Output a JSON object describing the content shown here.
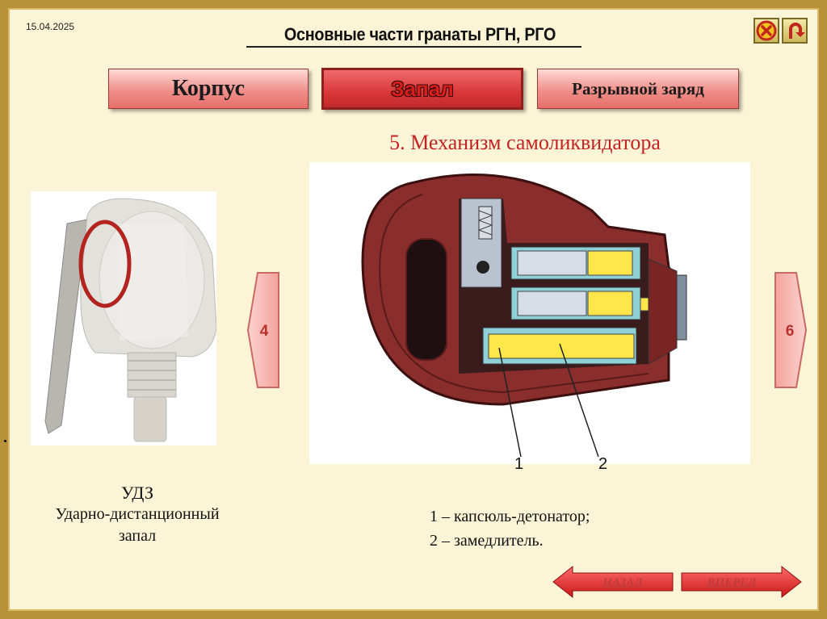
{
  "header": {
    "date": "15.04.2025",
    "title": "Основные части гранаты РГН, РГО"
  },
  "tabs": [
    {
      "label": "Корпус",
      "active": false
    },
    {
      "label": "Запал",
      "active": true
    },
    {
      "label": "Разрывной заряд",
      "active": false
    }
  ],
  "section_title": "5. Механизм самоликвидатора",
  "side_nav": {
    "prev_label": "4",
    "next_label": "6"
  },
  "photo_caption": {
    "title": "УДЗ",
    "line1": "Ударно-дистанционный",
    "line2": "запал"
  },
  "diagram_labels": {
    "label1": "1",
    "label2": "2"
  },
  "legend": {
    "item1": "1 – капсюль-детонатор;",
    "item2": "2 – замедлитель."
  },
  "bottom_nav": {
    "back_label": "НАЗАД",
    "forward_label": "ВПЕРЕД"
  },
  "colors": {
    "accent_red": "#c42323",
    "tab_pink": "#f08f8a",
    "background": "#fbf4d6"
  },
  "icons": {
    "close": "close-x-icon",
    "return": "return-arrow-icon"
  }
}
